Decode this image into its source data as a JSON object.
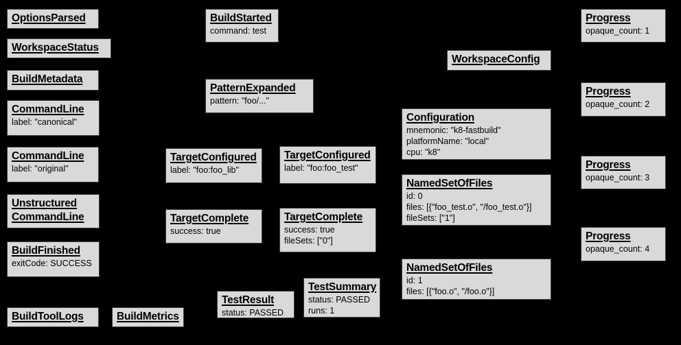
{
  "colors": {
    "background": "#000000",
    "node_fill": "#d9d9d9",
    "node_border": "#3f3f3f",
    "text": "#000000"
  },
  "diagram": {
    "description": "Build event protocol event graph",
    "nodes": [
      {
        "title": "OptionsParsed",
        "lines": []
      },
      {
        "title": "WorkspaceStatus",
        "lines": []
      },
      {
        "title": "BuildMetadata",
        "lines": []
      },
      {
        "title": "CommandLine",
        "lines": [
          "label: \"canonical\""
        ]
      },
      {
        "title": "CommandLine",
        "lines": [
          "label: \"original\""
        ]
      },
      {
        "title": "Unstructured\nCommandLine",
        "lines": []
      },
      {
        "title": "BuildFinished",
        "lines": [
          "exitCode: SUCCESS"
        ]
      },
      {
        "title": "BuildToolLogs",
        "lines": []
      },
      {
        "title": "BuildMetrics",
        "lines": []
      },
      {
        "title": "BuildStarted",
        "lines": [
          "command: test"
        ]
      },
      {
        "title": "PatternExpanded",
        "lines": [
          "pattern: \"foo/...\""
        ]
      },
      {
        "title": "TargetConfigured",
        "lines": [
          "label: \"foo:foo_lib\""
        ]
      },
      {
        "title": "TargetConfigured",
        "lines": [
          "label: \"foo:foo_test\""
        ]
      },
      {
        "title": "TargetComplete",
        "lines": [
          "success: true"
        ]
      },
      {
        "title": "TargetComplete",
        "lines": [
          "success: true",
          "fileSets: [\"0\"]"
        ]
      },
      {
        "title": "TestResult",
        "lines": [
          "status: PASSED"
        ]
      },
      {
        "title": "TestSummary",
        "lines": [
          "status: PASSED",
          "runs: 1"
        ]
      },
      {
        "title": "WorkspaceConfig",
        "lines": []
      },
      {
        "title": "Configuration",
        "lines": [
          "mnemonic: \"k8-fastbuild\"",
          "platformName: \"local\"",
          "cpu: \"k8\""
        ]
      },
      {
        "title": "NamedSetOfFiles",
        "lines": [
          "id: 0",
          "files: [{\"foo_test.o\", \"/foo_test.o\"}]",
          "fileSets: [\"1\"]"
        ]
      },
      {
        "title": "NamedSetOfFiles",
        "lines": [
          "id: 1",
          "files: [{\"foo.o\", \"/foo.o\"}]"
        ]
      },
      {
        "title": "Progress",
        "lines": [
          "opaque_count: 1"
        ]
      },
      {
        "title": "Progress",
        "lines": [
          "opaque_count: 2"
        ]
      },
      {
        "title": "Progress",
        "lines": [
          "opaque_count: 3"
        ]
      },
      {
        "title": "Progress",
        "lines": [
          "opaque_count: 4"
        ]
      }
    ]
  }
}
